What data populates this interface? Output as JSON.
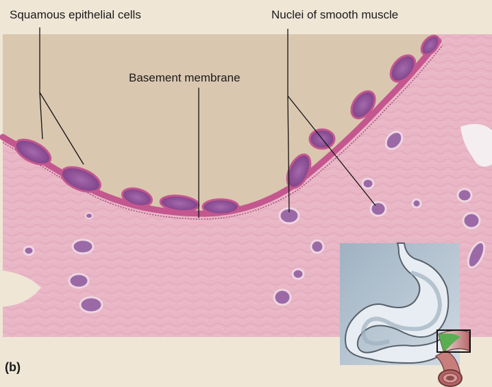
{
  "labels": {
    "squamous": "Squamous epithelial cells",
    "nuclei": "Nuclei of smooth muscle",
    "basement": "Basement membrane",
    "panel": "(b)"
  },
  "colors": {
    "background": "#efe6d6",
    "lumen": "#dac7b0",
    "tissue": "#e9b6c6",
    "epithelium": "#c4578f",
    "nucleus": "#8f4c96",
    "inset_bg": "#a7b8c7",
    "stomach_fill": "#e7edf3",
    "highlight": "#5aae52"
  },
  "icons": {
    "inset": "stomach-diagram-icon"
  }
}
